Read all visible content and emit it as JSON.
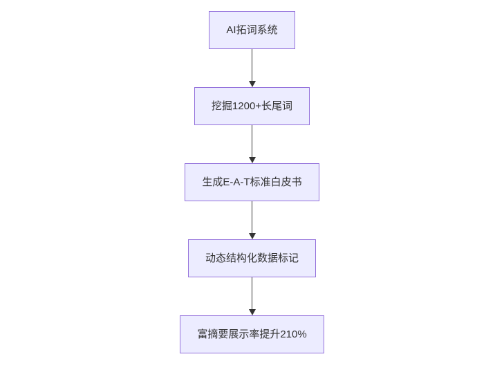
{
  "diagram": {
    "type": "flowchart",
    "direction": "top-down",
    "nodes": [
      {
        "id": "node-1",
        "label": "AI拓词系统"
      },
      {
        "id": "node-2",
        "label": "挖掘1200+长尾词"
      },
      {
        "id": "node-3",
        "label": "生成E-A-T标准白皮书"
      },
      {
        "id": "node-4",
        "label": "动态结构化数据标记"
      },
      {
        "id": "node-5",
        "label": "富摘要展示率提升210%"
      }
    ],
    "edges": [
      {
        "from": "node-1",
        "to": "node-2"
      },
      {
        "from": "node-2",
        "to": "node-3"
      },
      {
        "from": "node-3",
        "to": "node-4"
      },
      {
        "from": "node-4",
        "to": "node-5"
      }
    ],
    "colors": {
      "node_fill": "#ECECFF",
      "node_border": "#9370DB",
      "arrow": "#333333",
      "text": "#333333",
      "background": "#FFFFFF"
    }
  }
}
